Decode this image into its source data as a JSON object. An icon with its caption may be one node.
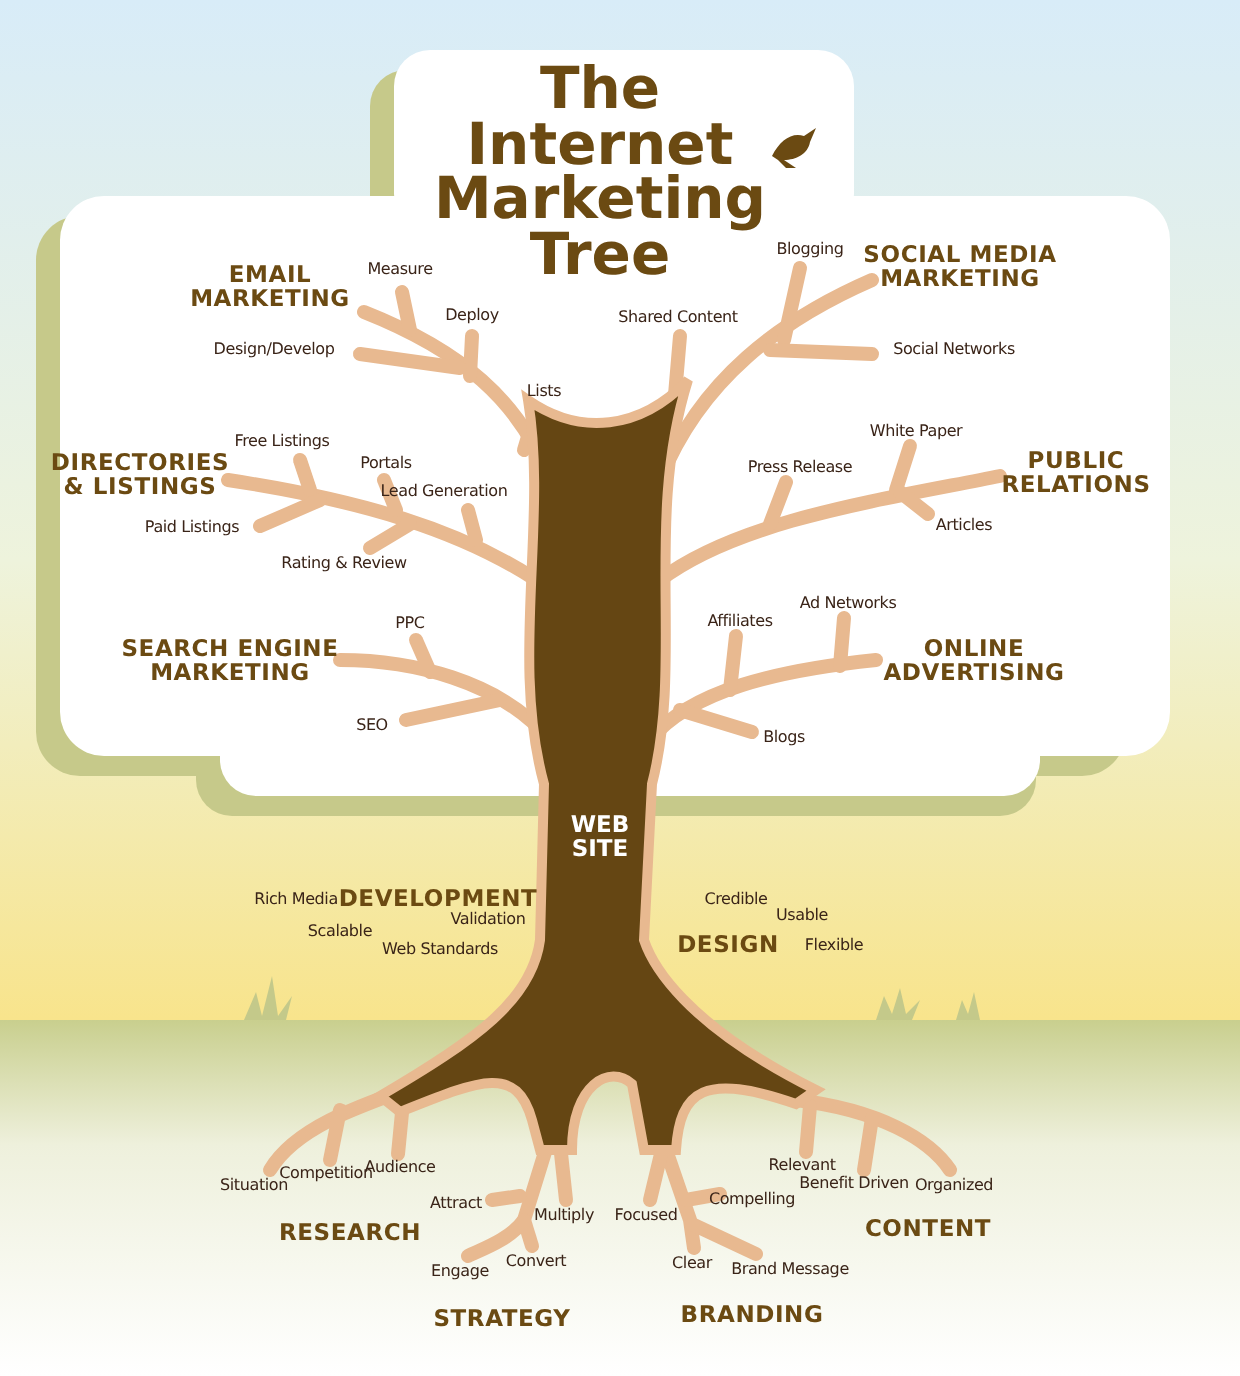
{
  "diagram": {
    "title": "The Internet Marketing Tree",
    "labels": [
      "Blogging",
      "Measure",
      "SOCIAL MEDIA MARKETING",
      "EMAIL MARKETING",
      "Deploy",
      "Shared Content",
      "Design/Develop",
      "Social Networks",
      "Lists",
      "White Paper",
      "Free Listings",
      "Portals",
      "Press Release",
      "PUBLIC RELATIONS",
      "DIRECTORIES & LISTINGS",
      "Lead Generation",
      "Articles",
      "Paid Listings",
      "Rating & Review",
      "Ad Networks",
      "Affiliates",
      "PPC",
      "SEARCH ENGINE MARKETING",
      "ONLINE ADVERTISING",
      "SEO",
      "Blogs",
      "WEB SITE",
      "DEVELOPMENT",
      "Rich Media",
      "Credible",
      "Validation",
      "Usable",
      "Scalable",
      "DESIGN",
      "Flexible",
      "Web Standards",
      "Relevant",
      "Audience",
      "Competition",
      "Benefit Driven",
      "Situation",
      "Organized",
      "Compelling",
      "Attract",
      "Multiply",
      "Focused",
      "CONTENT",
      "RESEARCH",
      "Clear",
      "Convert",
      "Engage",
      "Brand Message",
      "BRANDING",
      "STRATEGY"
    ]
  }
}
